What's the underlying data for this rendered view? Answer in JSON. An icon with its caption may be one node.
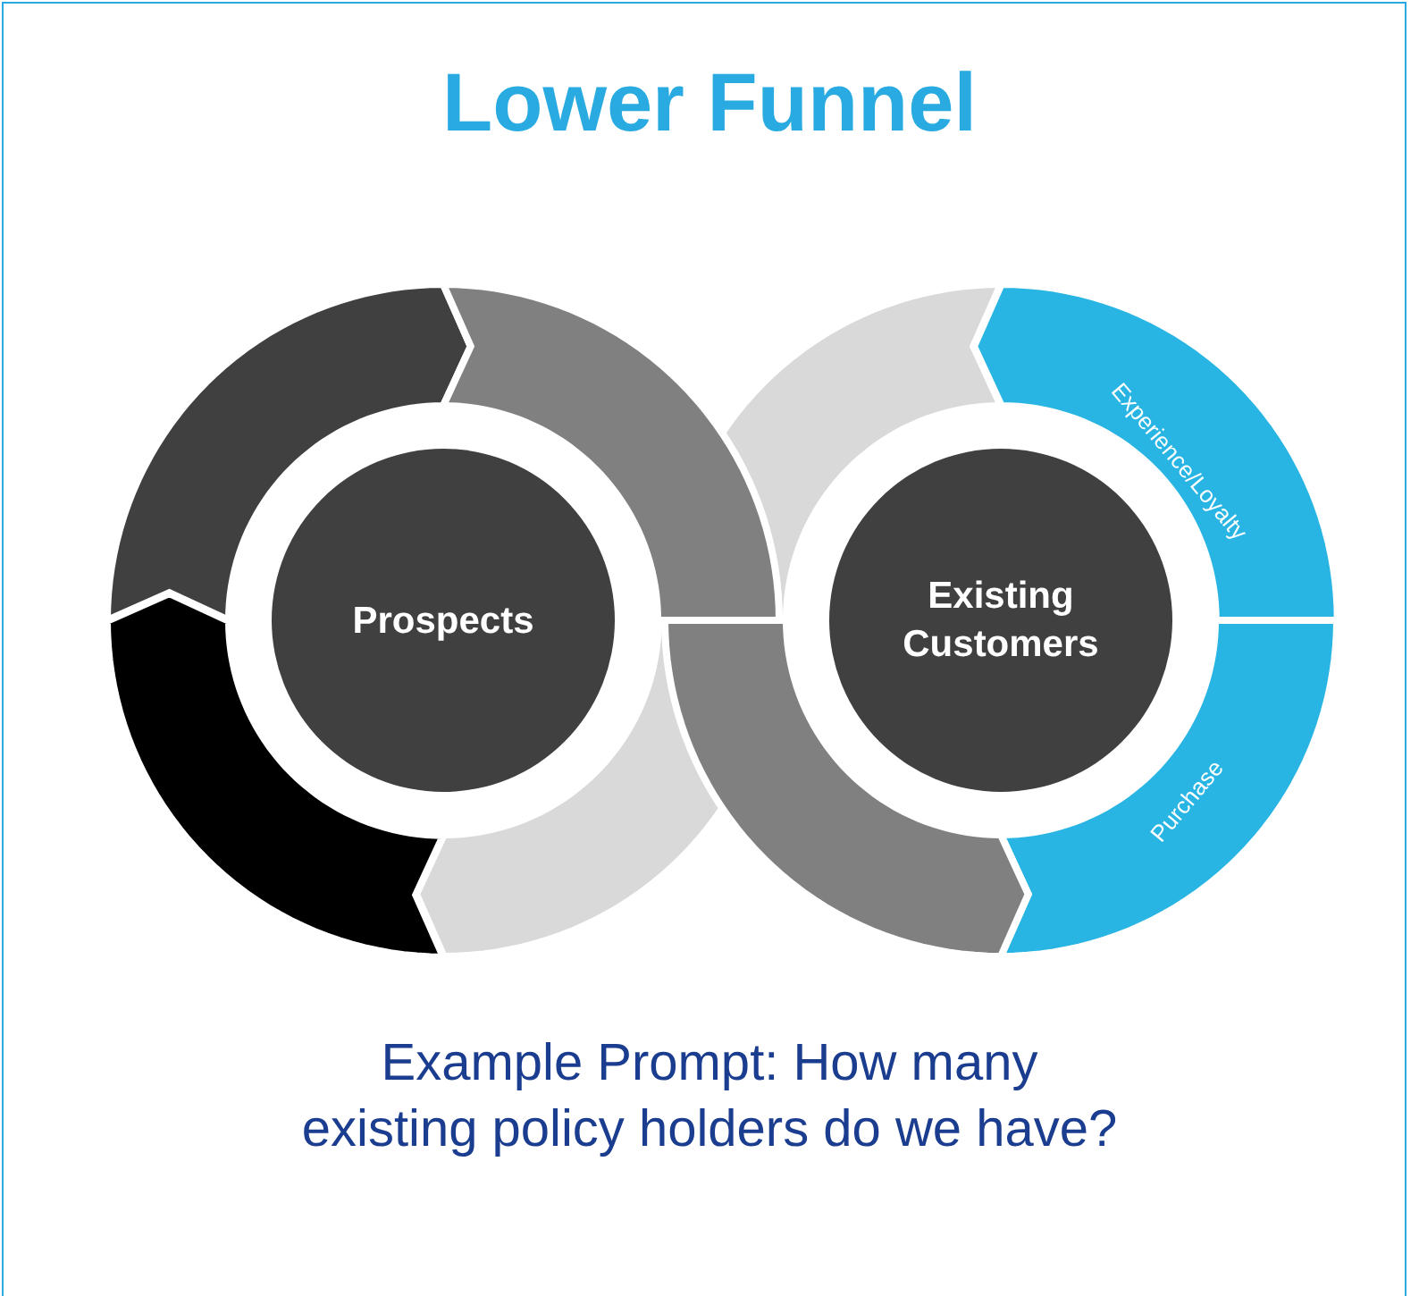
{
  "diagram": {
    "title": "Lower Funnel",
    "caption": "Example Prompt: How many existing policy holders do we have?",
    "nodes": [
      {
        "text": [
          "Prospects"
        ]
      },
      {
        "text": [
          "Existing Customers"
        ]
      },
      {
        "text": [
          "Experience/Loyalty"
        ]
      },
      {
        "text": [
          "Purchase"
        ]
      },
      {
        "text": [],
        "shape": "arc"
      },
      {
        "text": [],
        "shape": "arc"
      },
      {
        "text": [],
        "shape": "arc"
      },
      {
        "text": [],
        "shape": "arc"
      },
      {
        "text": [],
        "shape": "arc"
      },
      {
        "text": [],
        "shape": "arc"
      }
    ]
  }
}
